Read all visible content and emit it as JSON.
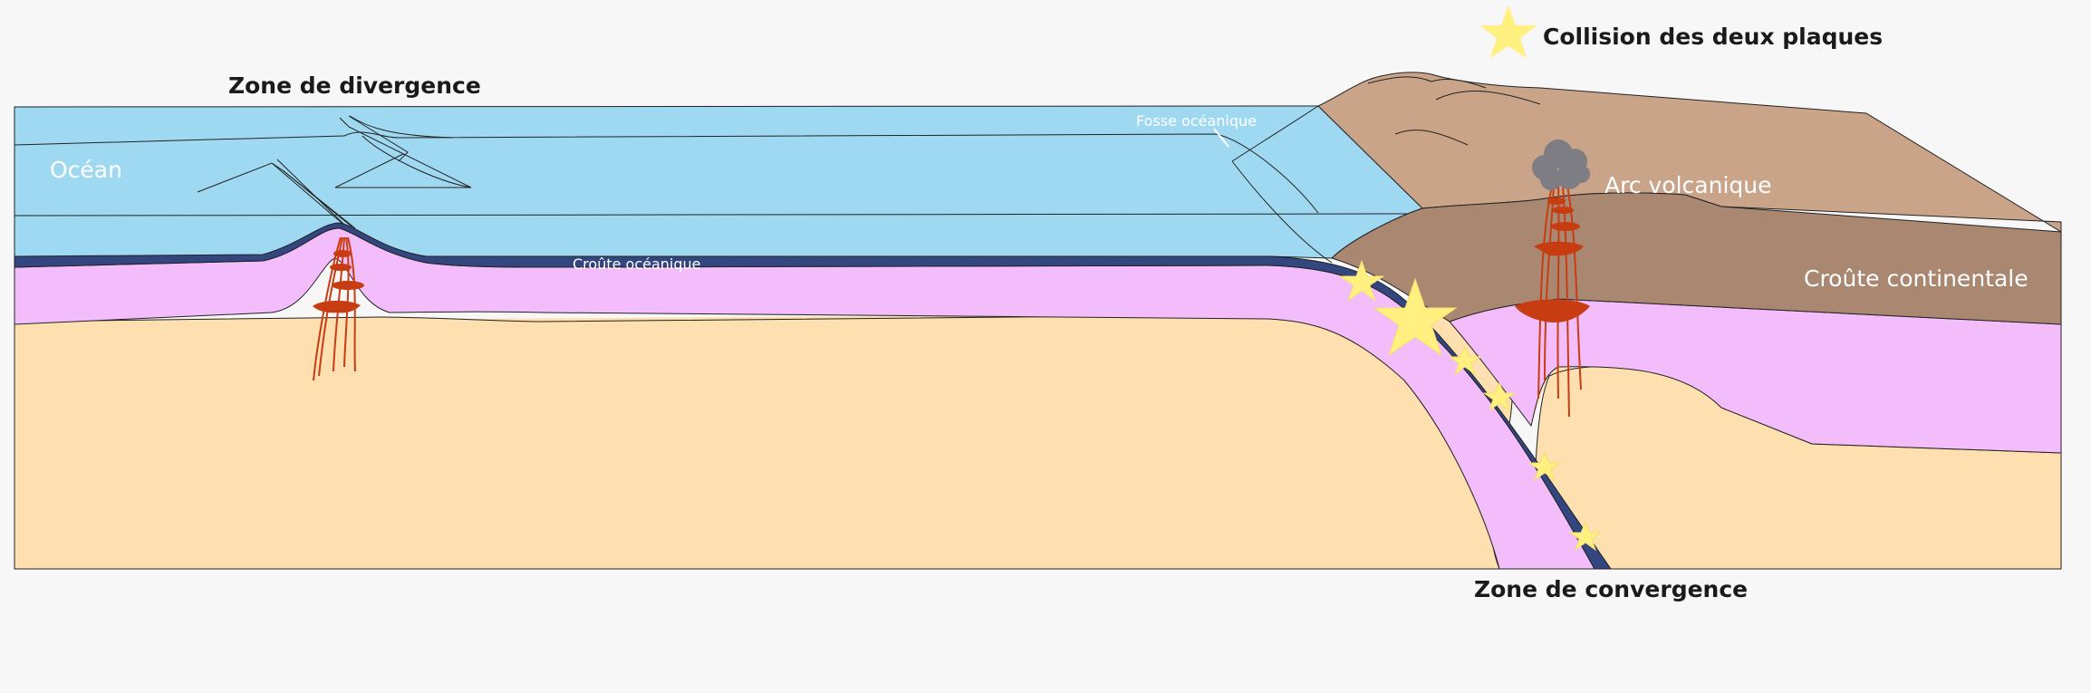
{
  "legend": {
    "star_label": "Collision des deux plaques",
    "star_icon": "star-icon"
  },
  "labels": {
    "divergence": "Zone de divergence",
    "convergence": "Zone de convergence",
    "ocean": "Océan",
    "trench": "Fosse océanique",
    "oceanic_crust": "Croûte océanique",
    "volcanic_arc": "Arc volcanique",
    "continental_crust": "Croûte continentale"
  },
  "colors": {
    "ocean": "#9fd9f1",
    "oceanic_crust": "#34467f",
    "lithosphere": "#f3bdfb",
    "mantle": "#fedfaf",
    "continent_top": "#c9a488",
    "continent_crust": "#a98770",
    "magma": "#c83c12",
    "smoke": "#7d7d83",
    "star": "#fff080",
    "background": "#f7f7f7"
  }
}
